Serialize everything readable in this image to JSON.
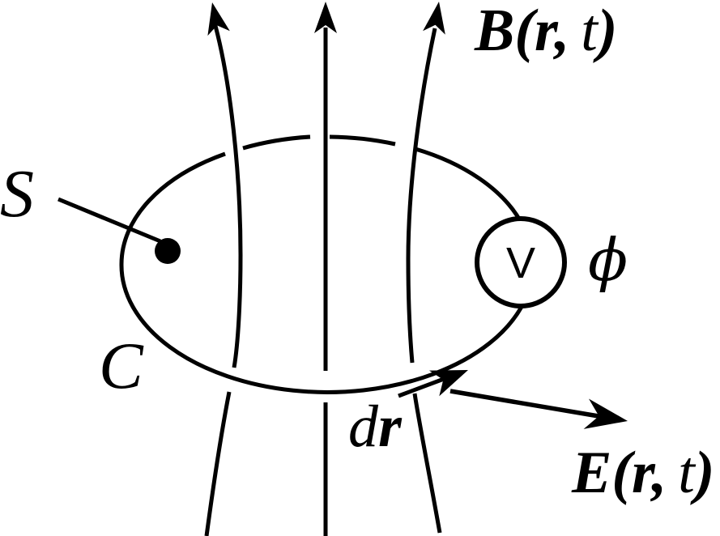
{
  "diagram": {
    "type": "physics-vector-field-diagram",
    "labels": {
      "magnetic_field": {
        "symbol": "B",
        "open": "(",
        "r": "r",
        "comma": ",",
        "t": "t",
        "close": ")"
      },
      "electric_field": {
        "symbol": "E",
        "open": "(",
        "r": "r",
        "comma": ",",
        "t": "t",
        "close": ")"
      },
      "surface": "S",
      "curve": "C",
      "line_element": {
        "d": "d",
        "r": "r"
      },
      "flux_emf": "ϕ",
      "voltmeter": "V"
    },
    "colors": {
      "ink": "#000000",
      "background": "#ffffff"
    }
  }
}
